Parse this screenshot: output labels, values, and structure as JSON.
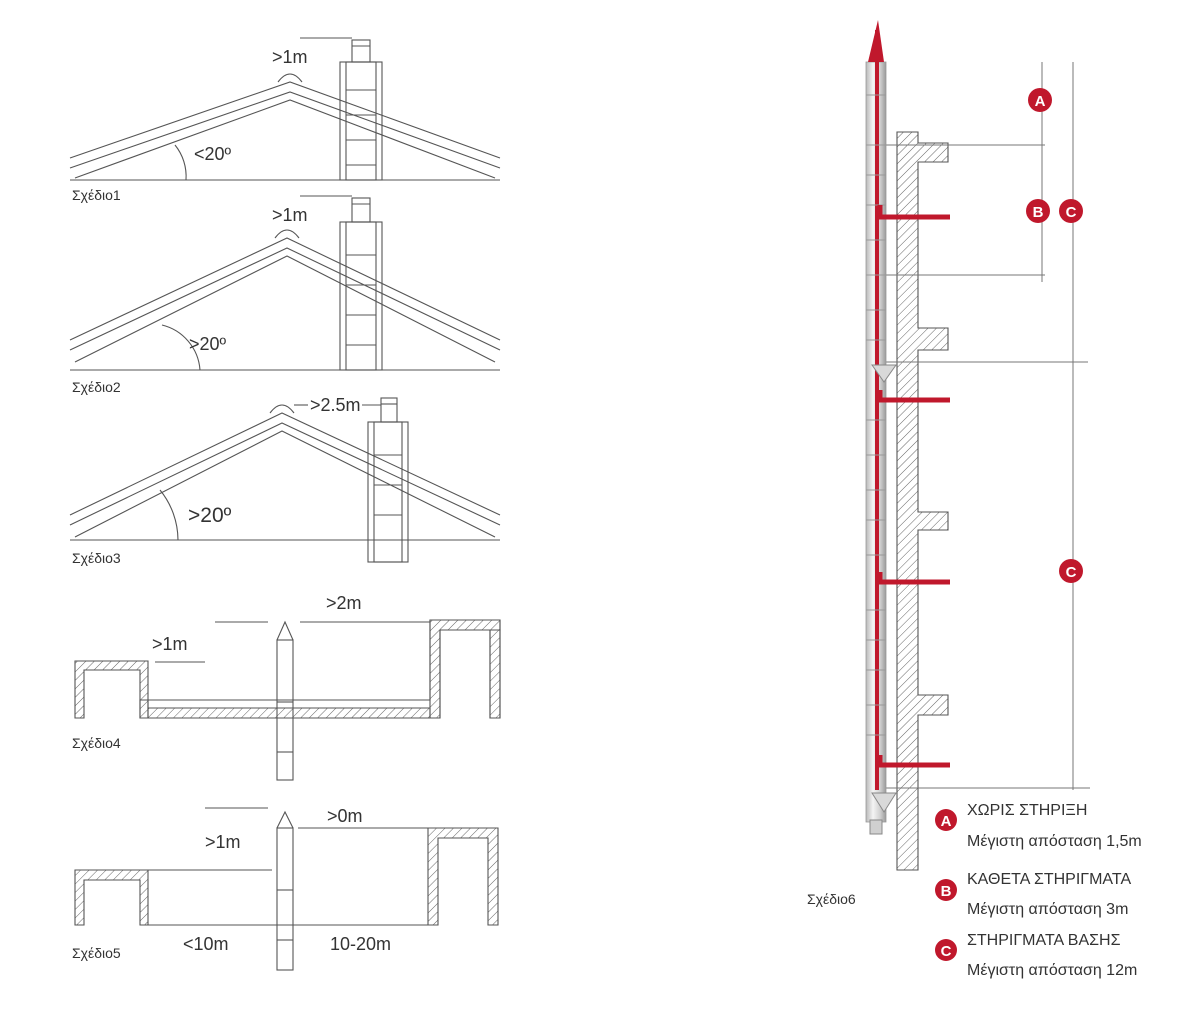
{
  "colors": {
    "line": "#555555",
    "accent": "#c0182c",
    "text": "#333333"
  },
  "diagram1": {
    "caption": "Σχέδιο1",
    "height_label": ">1m",
    "angle_label": "<20º"
  },
  "diagram2": {
    "caption": "Σχέδιο2",
    "height_label": ">1m",
    "angle_label": ">20º"
  },
  "diagram3": {
    "caption": "Σχέδιο3",
    "height_label": ">2.5m",
    "angle_label": ">20º"
  },
  "diagram4": {
    "caption": "Σχέδιο4",
    "label_left": ">1m",
    "label_right": ">2m"
  },
  "diagram5": {
    "caption": "Σχέδιο5",
    "label_height": ">1m",
    "label_top": ">0m",
    "label_left_dist": "<10m",
    "label_right_dist": "10-20m"
  },
  "diagram6": {
    "caption": "Σχέδιο6",
    "badges": {
      "a": "A",
      "b": "B",
      "c": "C"
    },
    "legend": [
      {
        "badge": "A",
        "title": "ΧΩΡΙΣ ΣΤΗΡΙΞΗ",
        "detail": "Μέγιστη απόσταση 1,5m"
      },
      {
        "badge": "B",
        "title": "ΚΑΘΕΤΑ ΣΤΗΡΙΓΜΑΤΑ",
        "detail": "Μέγιστη απόσταση 3m"
      },
      {
        "badge": "C",
        "title": "ΣΤΗΡΙΓΜΑΤΑ ΒΑΣΗΣ",
        "detail": "Μέγιστη απόσταση 12m"
      }
    ]
  }
}
